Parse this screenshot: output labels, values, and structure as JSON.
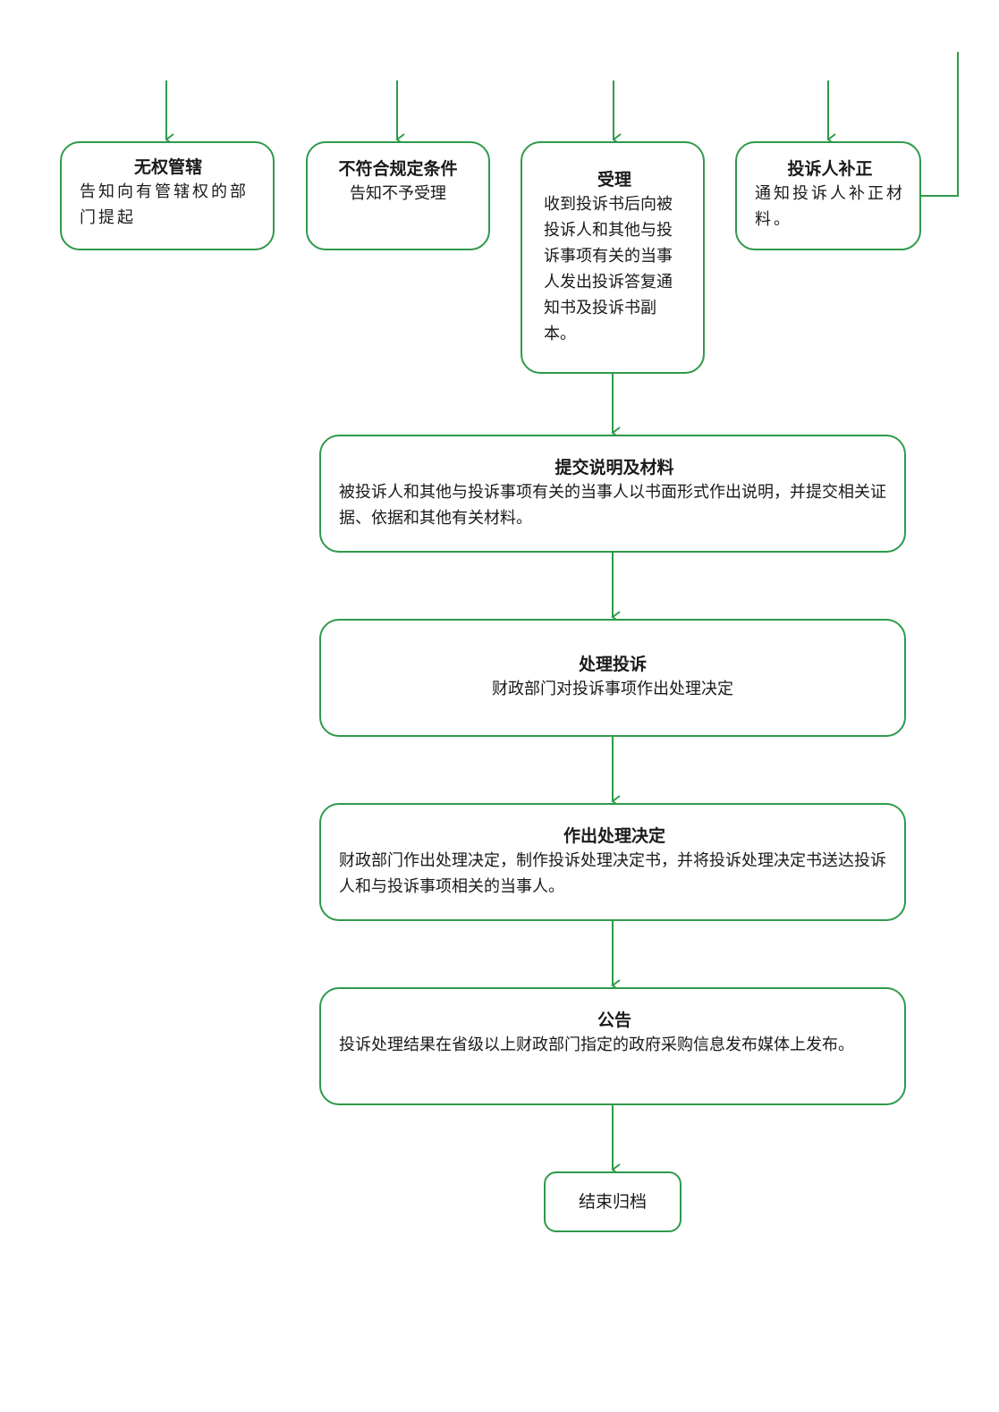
{
  "colors": {
    "stroke": "#2e9a4a",
    "text": "#1a1a1a",
    "background": "#ffffff"
  },
  "nodes": {
    "no_jurisdiction": {
      "title": "无权管辖",
      "desc": "告知向有管辖权的部门提起"
    },
    "not_compliant": {
      "title": "不符合规定条件",
      "desc": "告知不予受理"
    },
    "accept": {
      "title": "受理",
      "desc": "收到投诉书后向被投诉人和其他与投诉事项有关的当事人发出投诉答复通知书及投诉书副本。"
    },
    "supplement": {
      "title": "投诉人补正",
      "desc": "通知投诉人补正材料。"
    },
    "submit": {
      "title": "提交说明及材料",
      "desc": "被投诉人和其他与投诉事项有关的当事人以书面形式作出说明，并提交相关证据、依据和其他有关材料。"
    },
    "handle": {
      "title": "处理投诉",
      "desc": "财政部门对投诉事项作出处理决定"
    },
    "decision": {
      "title": "作出处理决定",
      "desc": "财政部门作出处理决定，制作投诉处理决定书，并将投诉处理决定书送达投诉人和与投诉事项相关的当事人。"
    },
    "announce": {
      "title": "公告",
      "desc": "投诉处理结果在省级以上财政部门指定的政府采购信息发布媒体上发布。"
    },
    "close": {
      "title": "结束归档"
    }
  }
}
